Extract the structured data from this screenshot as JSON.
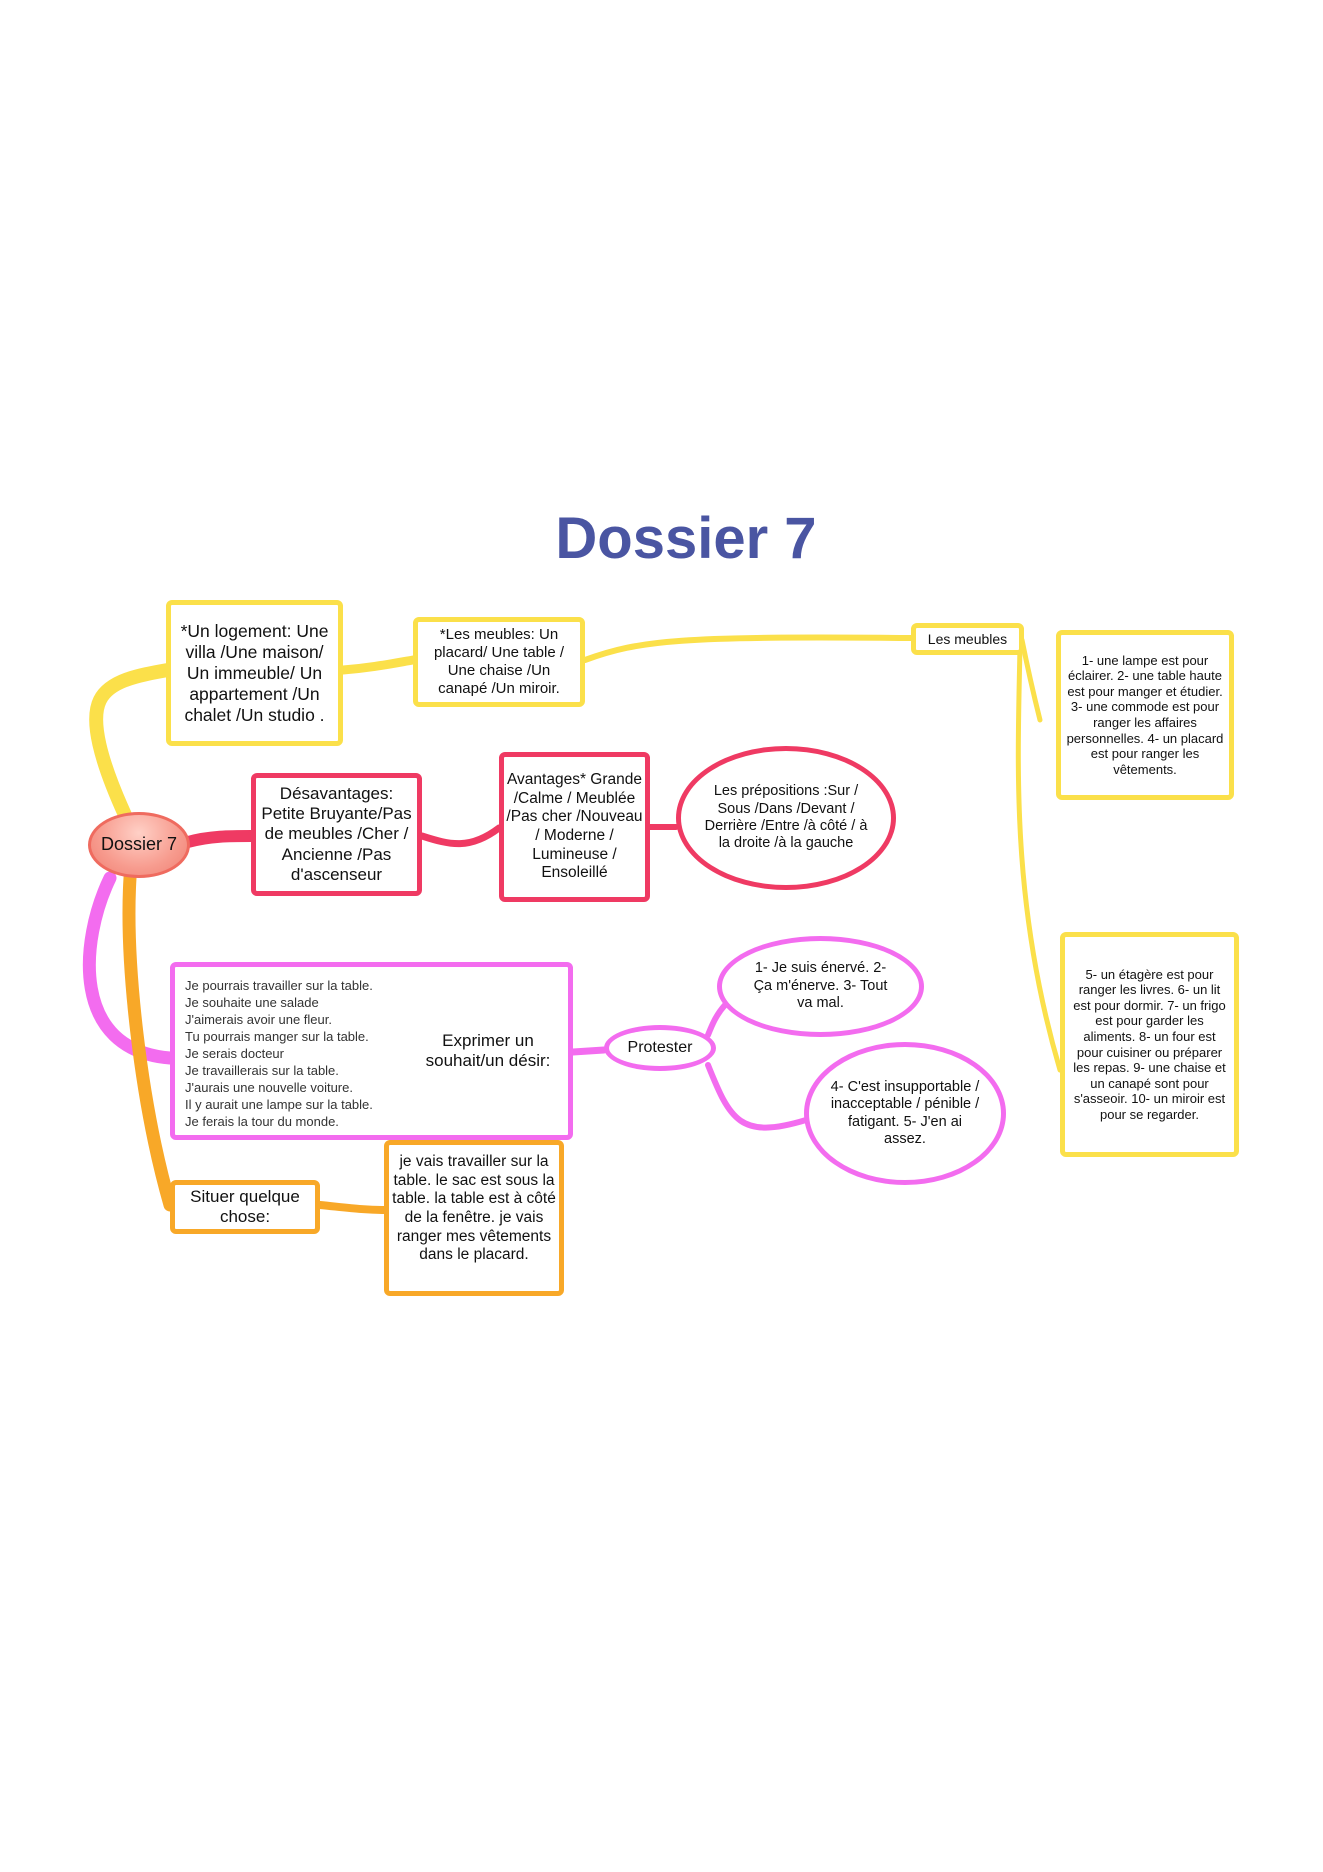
{
  "title": "Dossier 7",
  "root": "Dossier 7",
  "nodes": {
    "logement": "*Un logement: Une villa /Une maison/ Un immeuble/ Un appartement  /Un chalet  /Un studio .",
    "meubles_list": "*Les meubles: Un placard/ Une table / Une chaise /Un canapé  /Un miroir.",
    "les_meubles": "Les meubles",
    "meubles_1_4": "1- une lampe est pour éclairer. 2- une table haute est pour manger et étudier. 3- une commode est pour ranger les affaires personnelles. 4- un placard est pour ranger les vêtements.",
    "meubles_5_10": "5- un étagère est pour ranger les livres. 6- un lit est pour dormir. 7- un frigo est pour garder les aliments. 8- un four est pour cuisiner ou préparer les repas. 9- une chaise et un canapé sont pour s'asseoir. 10- un miroir est pour se regarder.",
    "desavantages": "Désavantages: Petite  Bruyante/Pas de meubles  /Cher / Ancienne  /Pas d'ascenseur",
    "avantages": "Avantages* Grande /Calme / Meublée  /Pas cher /Nouveau  / Moderne  / Lumineuse  / Ensoleillé",
    "prepositions": "Les prépositions :Sur  / Sous  /Dans  /Devant  / Derrière  /Entre  /à  côté  / à la droite  /à la gauche",
    "exprimer": "Exprimer un souhait/un désir:",
    "exprimer_examples": [
      "Je pourrais travailler sur la table.",
      "Je souhaite une salade",
      "J'aimerais avoir une fleur.",
      "Tu pourrais manger sur la table.",
      "Je serais docteur",
      "Je travaillerais sur la table.",
      "J'aurais une nouvelle voiture.",
      "Il y aurait une lampe sur la table.",
      "Je ferais la tour du monde."
    ],
    "protester": "Protester",
    "protester_1_3": "1- Je suis énervé. 2- Ça m'énerve. 3- Tout va mal.",
    "protester_4_5": "4- C'est insupportable / inacceptable / pénible / fatigant. 5- J'en ai assez.",
    "situer": "Situer quelque chose:",
    "situer_text": "je vais travailler sur la table. le sac est sous  la table. la table est à côté de la fenêtre. je vais ranger mes vêtements dans  le placard."
  },
  "colors": {
    "title": "#4a55a2",
    "yellow": "#fbe04a",
    "red": "#ef3a63",
    "pink": "#f36cef",
    "orange": "#f8a828"
  }
}
